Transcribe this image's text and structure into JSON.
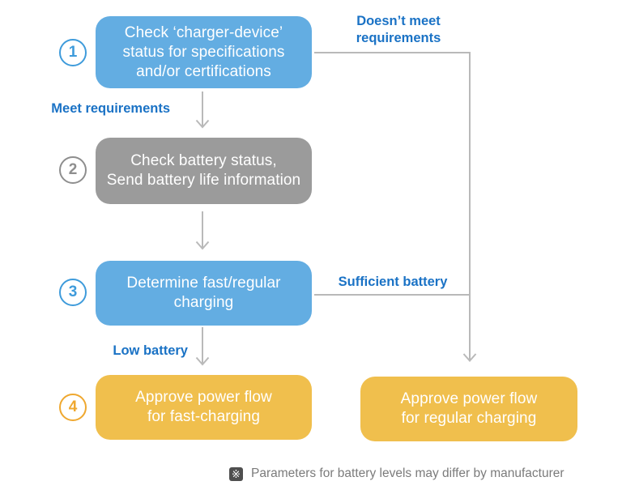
{
  "colors": {
    "box-blue": "#63ADE2",
    "box-gray": "#9B9B9B",
    "box-yellow": "#F0BF4D",
    "step-blue": "#3E9BDB",
    "step-gray": "#8E8E8E",
    "step-yellow": "#EFA830",
    "label-blue": "#1A72C5",
    "connector-gray": "#B9B9B9"
  },
  "steps": [
    {
      "number": "1",
      "lines": [
        "Check ‘charger-device’",
        "status for specifications",
        "and/or certifications"
      ]
    },
    {
      "number": "2",
      "lines": [
        "Check battery status,",
        "Send battery life information"
      ]
    },
    {
      "number": "3",
      "lines": [
        "Determine fast/regular",
        "charging"
      ]
    },
    {
      "number": "4",
      "lines": [
        "Approve power flow",
        "for fast-charging"
      ]
    }
  ],
  "result_box": {
    "lines": [
      "Approve power flow",
      "for regular charging"
    ]
  },
  "edge_labels": {
    "doesnt_meet": {
      "line1": "Doesn’t meet",
      "line2": "requirements"
    },
    "meet": "Meet requirements",
    "sufficient": "Sufficient battery",
    "low": "Low battery"
  },
  "footnote": {
    "marker": "※",
    "text": "Parameters for battery levels may differ by manufacturer"
  }
}
